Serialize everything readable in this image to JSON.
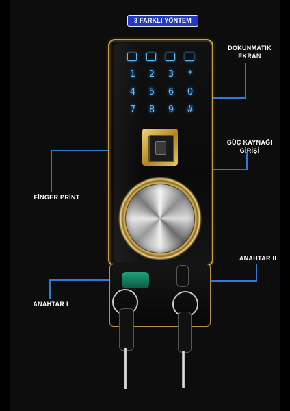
{
  "badge": "3 FARKLI YÖNTEM",
  "labels": {
    "touch_screen": "DOKUNMATİK EKRAN",
    "power_input": "GÜÇ KAYNAĞI GİRİŞİ",
    "fingerprint": "FİNGER PRİNT",
    "key_2": "ANAHTAR II",
    "key_1": "ANAHTAR I"
  },
  "keypad": {
    "rows": [
      [
        "1",
        "2",
        "3",
        "*"
      ],
      [
        "4",
        "5",
        "6",
        "0"
      ],
      [
        "7",
        "8",
        "9",
        "#"
      ]
    ]
  },
  "colors": {
    "badge_bg": "#2238c9",
    "line": "#2f7ad8",
    "keypad_glow": "#5cc3ff",
    "trim": "#caa04a"
  },
  "icons": [
    "lock-mode-icon",
    "unlock-icon",
    "card-icon",
    "settings-icon"
  ]
}
